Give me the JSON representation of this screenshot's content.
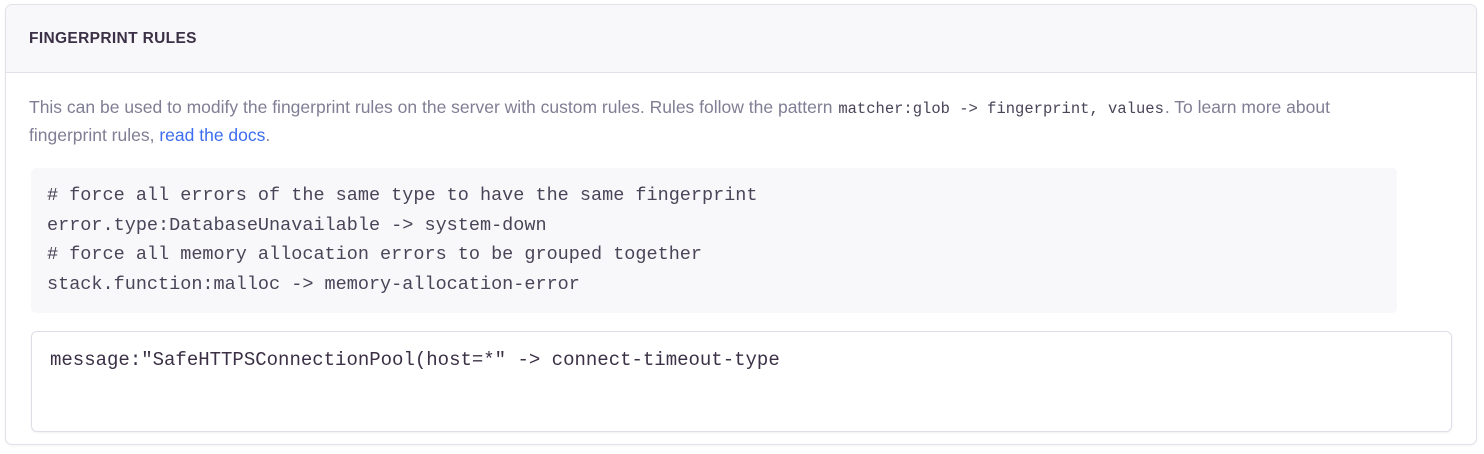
{
  "panel": {
    "title": "FINGERPRINT RULES",
    "description": {
      "part1": "This can be used to modify the fingerprint rules on the server with custom rules. Rules follow the pattern ",
      "inline_code": "matcher:glob -> fingerprint, values",
      "part2": ". To learn more about fingerprint rules, ",
      "link_label": "read the docs",
      "part3": "."
    },
    "example_code": "# force all errors of the same type to have the same fingerprint\nerror.type:DatabaseUnavailable -> system-down\n# force all memory allocation errors to be grouped together\nstack.function:malloc -> memory-allocation-error",
    "rules_input": {
      "value": "message:\"SafeHTTPSConnectionPool(host=*\" -> connect-timeout-type",
      "placeholder": ""
    }
  },
  "colors": {
    "header_bg": "#f8f8fa",
    "border": "#e2e0e9",
    "title_text": "#3b3045",
    "body_text": "#807e94",
    "code_text": "#4a4458",
    "link": "#3c6df0",
    "code_bg": "#f8f8fa"
  }
}
